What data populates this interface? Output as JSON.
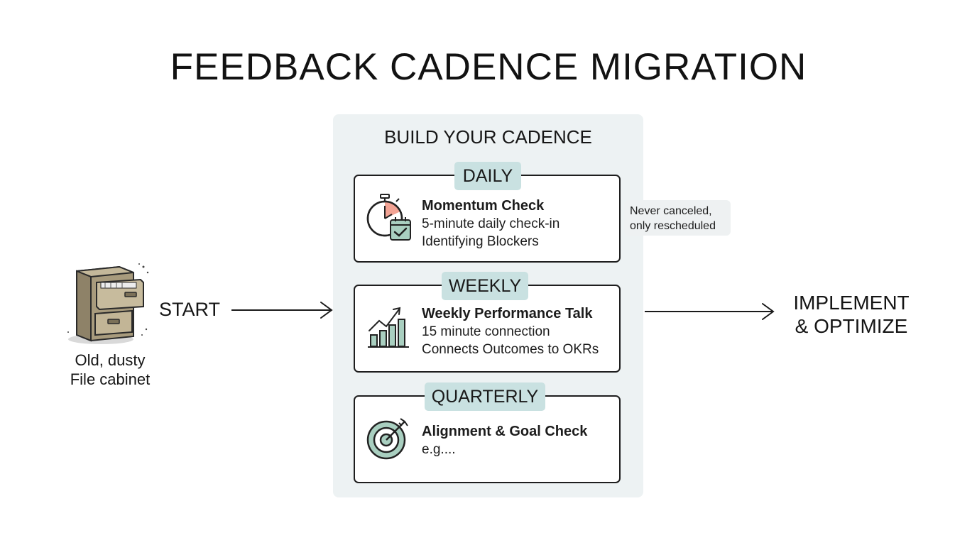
{
  "title": "FEEDBACK CADENCE MIGRATION",
  "start": {
    "label": "START",
    "caption_line1": "Old, dusty",
    "caption_line2": "File cabinet",
    "icon": "file-cabinet-icon"
  },
  "panel": {
    "title": "BUILD YOUR CADENCE",
    "cards": [
      {
        "label": "DAILY",
        "icon": "stopwatch-calendar-icon",
        "heading": "Momentum Check",
        "line1": "5-minute daily check-in",
        "line2": "Identifying Blockers"
      },
      {
        "label": "WEEKLY",
        "icon": "growth-chart-icon",
        "heading": "Weekly Performance Talk",
        "line1": "15 minute connection",
        "line2": "Connects Outcomes to OKRs"
      },
      {
        "label": "QUARTERLY",
        "icon": "target-icon",
        "heading": "Alignment & Goal Check",
        "line1": "e.g...."
      }
    ]
  },
  "note": {
    "line1": "Never canceled,",
    "line2": "only rescheduled"
  },
  "end": {
    "line1": "IMPLEMENT",
    "line2": "& OPTIMIZE"
  },
  "colors": {
    "panel_bg": "#edf2f3",
    "label_bg": "#c9e1e1",
    "accent_green": "#9fc7b6",
    "accent_salmon": "#f2a394",
    "cabinet": "#b5a88a"
  }
}
